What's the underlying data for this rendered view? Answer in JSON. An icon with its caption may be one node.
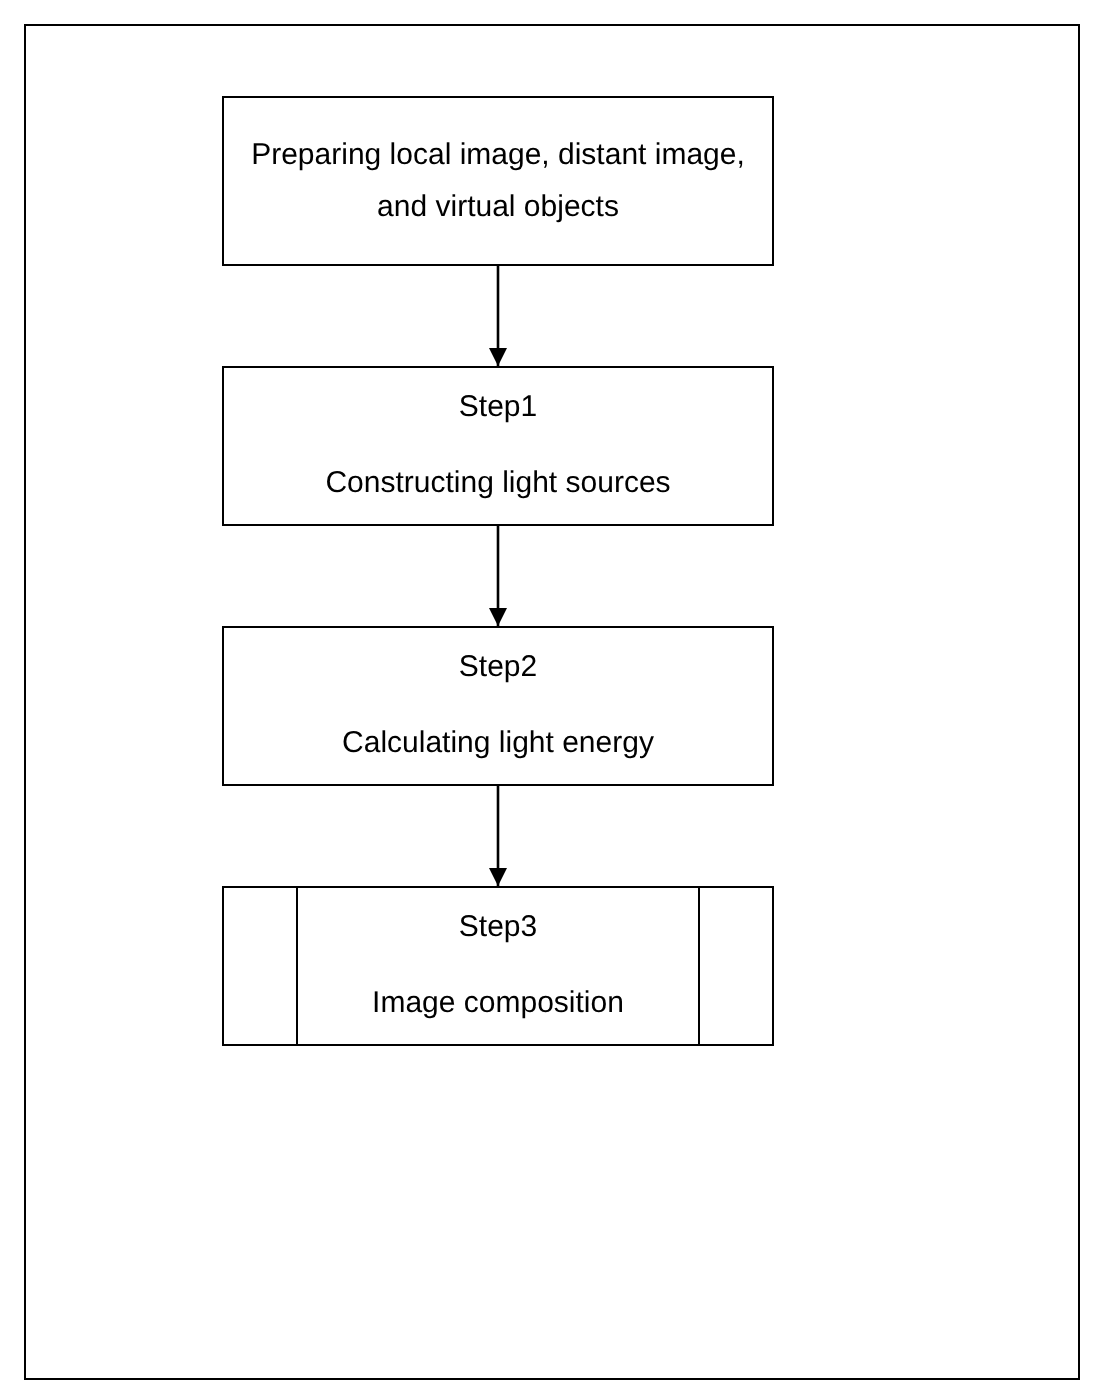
{
  "diagram": {
    "nodes": [
      {
        "text": [
          "Preparing local image, distant image, and virtual objects"
        ]
      },
      {
        "text": [
          "Step1",
          "Constructing light sources"
        ]
      },
      {
        "text": [
          "Step2",
          "Calculating light energy"
        ]
      },
      {
        "text": [
          "Step3",
          "Image composition"
        ]
      }
    ],
    "edges": [
      {
        "from": 0,
        "to": 1,
        "arrow": "to"
      },
      {
        "from": 1,
        "to": 2,
        "arrow": "to"
      },
      {
        "from": 2,
        "to": 3,
        "arrow": "to"
      }
    ]
  }
}
